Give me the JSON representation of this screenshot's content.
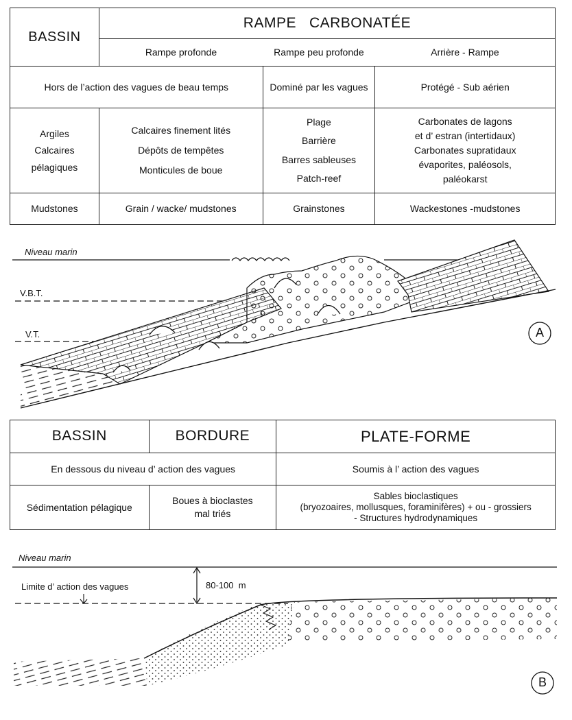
{
  "table_a": {
    "bassin": "BASSIN",
    "rampe_title": "RAMPE   CARBONATÉE",
    "zones": [
      "Rampe  profonde",
      "Rampe peu profonde",
      "Arrière - Rampe"
    ],
    "row_action": [
      "Hors de l’action des vagues de beau temps",
      "Dominé par les vagues",
      "Protégé - Sub aérien"
    ],
    "row_facies": [
      [
        "Argiles",
        "Calcaires",
        "pélagiques"
      ],
      [
        "Calcaires finement lités",
        "Dépôts de tempêtes",
        "Monticules de boue"
      ],
      [
        "Plage",
        "Barrière",
        "Barres sableuses",
        "Patch-reef"
      ],
      [
        "Carbonates de lagons",
        "et d’ estran (intertidaux)",
        "Carbonates supratidaux",
        "évaporites,  paléosols,",
        "paléokarst"
      ]
    ],
    "row_texture": [
      "Mudstones",
      "Grain / wacke/  mudstones",
      "Grainstones",
      "Wackestones -mudstones"
    ]
  },
  "profile_a": {
    "sea_level": "Niveau marin",
    "vbt": "V.B.T.",
    "vt": "V.T.",
    "marker": "A"
  },
  "table_b": {
    "headers": [
      "BASSIN",
      "BORDURE",
      "PLATE-FORME"
    ],
    "row_action": [
      "En dessous du niveau d’ action des vagues",
      "Soumis à l’ action des vagues"
    ],
    "row_facies": {
      "bassin": "Sédimentation pélagique",
      "bordure": [
        "Boues à bioclastes",
        "mal triés"
      ],
      "plateforme": [
        "Sables bioclastiques",
        "(bryozoaires, mollusques, foraminifères) + ou -  grossiers",
        "- Structures hydrodynamiques"
      ]
    }
  },
  "profile_b": {
    "sea_level": "Niveau marin",
    "wave_limit": "Limite d’ action des vagues",
    "depth": "80-100  m",
    "marker": "B"
  }
}
